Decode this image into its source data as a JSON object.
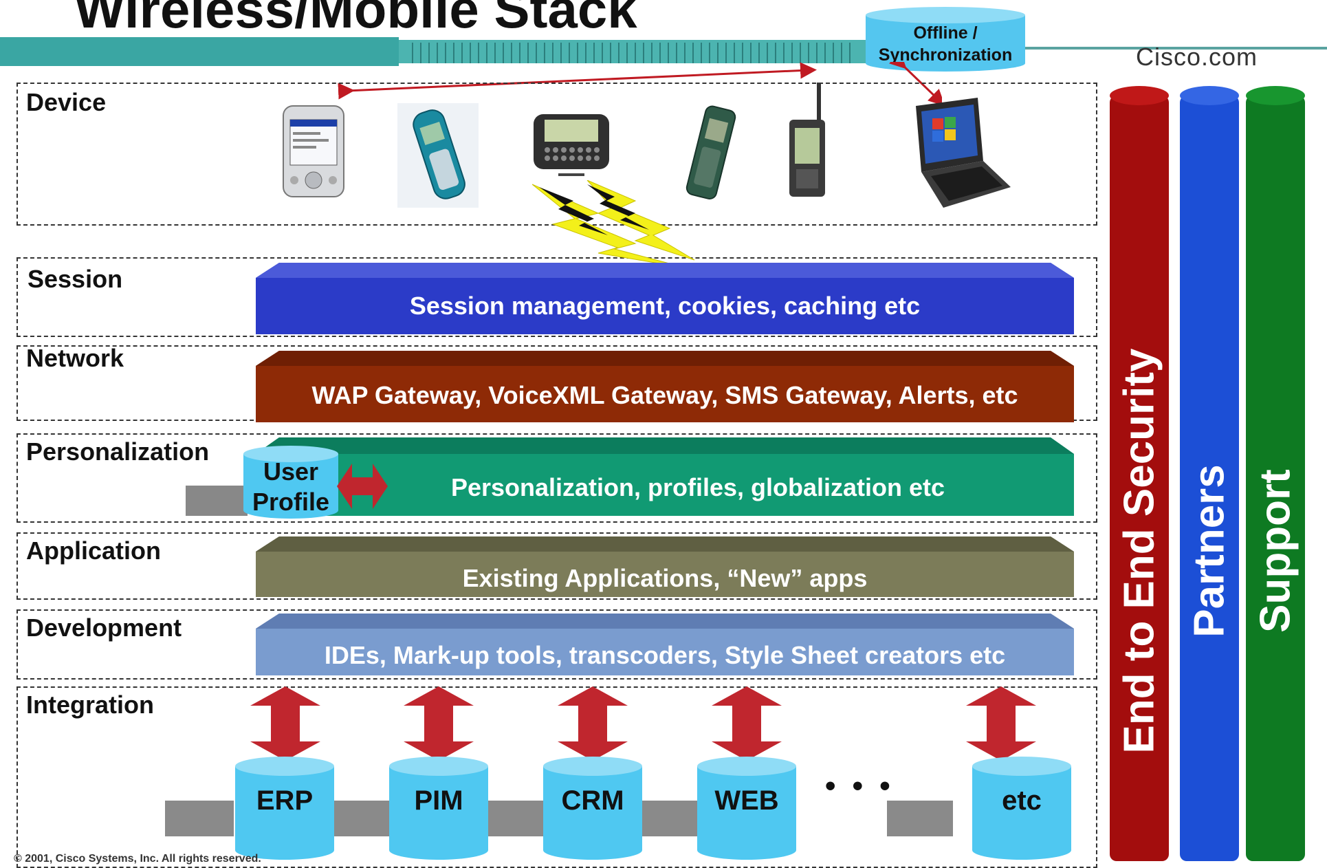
{
  "title": "Wireless/Mobile Stack",
  "brand": "Cisco.com",
  "offline_sync": {
    "line1": "Offline /",
    "line2": "Synchronization"
  },
  "layers": {
    "device": "Device",
    "session": "Session",
    "network": "Network",
    "personalization": "Personalization",
    "application": "Application",
    "development": "Development",
    "integration": "Integration"
  },
  "slabs": {
    "session": "Session management, cookies, caching etc",
    "network": "WAP Gateway, VoiceXML Gateway, SMS Gateway, Alerts, etc",
    "personalization": "Personalization, profiles, globalization etc",
    "application": "Existing Applications, “New” apps",
    "development": "IDEs, Mark-up tools, transcoders, Style Sheet creators etc"
  },
  "user_profile": {
    "line1": "User",
    "line2": "Profile"
  },
  "backends": [
    "ERP",
    "PIM",
    "CRM",
    "WEB",
    "etc"
  ],
  "ellipsis": "• • •",
  "pillars": [
    "End to End Security",
    "Partners",
    "Support"
  ],
  "devices": [
    "pda-icon",
    "mobile-phone-icon",
    "blackberry-pager-icon",
    "flip-phone-icon",
    "palm-handheld-icon",
    "laptop-icon"
  ],
  "colors": {
    "session": "#2b3bc8",
    "network": "#8e2a06",
    "personalization": "#119a73",
    "application": "#7c7c59",
    "development": "#7a9ccf",
    "security": "#a30d0d",
    "partners": "#1c4fd6",
    "support": "#0e7a22",
    "arrow": "#c0262e",
    "cylinder": "#4fc8f1"
  },
  "footer": "© 2001, Cisco Systems, Inc. All rights reserved."
}
